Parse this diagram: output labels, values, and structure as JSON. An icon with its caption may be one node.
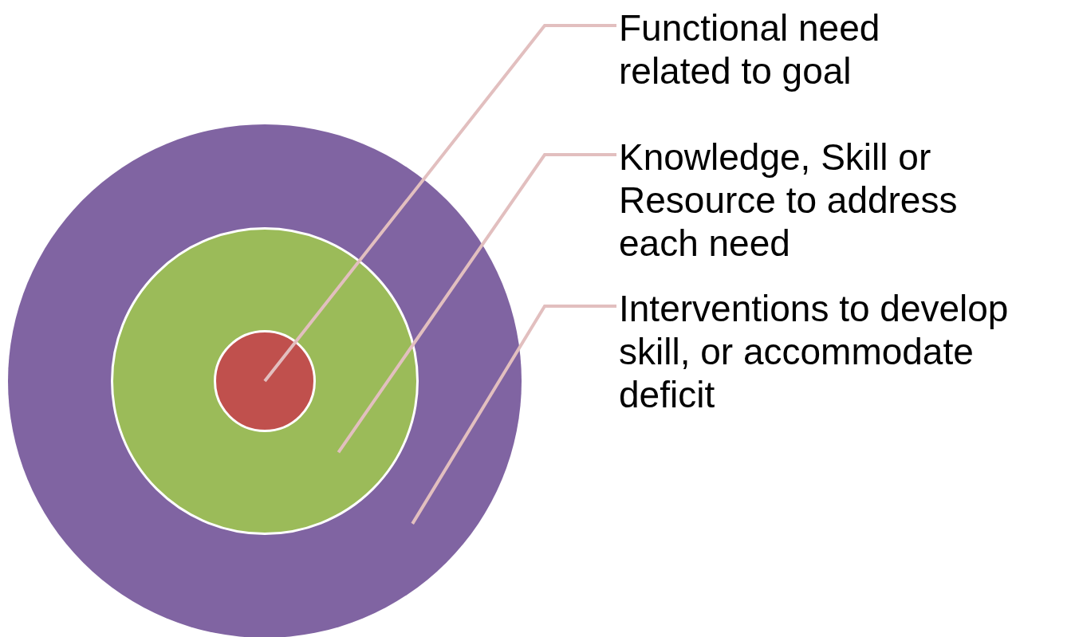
{
  "diagram": {
    "nodes": [
      {
        "text": [],
        "shape": "circle"
      },
      {
        "text": [],
        "shape": "circle",
        "in": 0
      },
      {
        "text": [],
        "shape": "circle",
        "in": 1
      },
      {
        "text": [
          "Functional need related to goal"
        ]
      },
      {
        "text": [
          "Knowledge, Skill or Resource to address each need"
        ]
      },
      {
        "text": [
          "Interventions to develop skill, or accommodate deficit"
        ]
      }
    ],
    "edges": [
      {
        "from": 3,
        "to": 2,
        "arrow": "none"
      },
      {
        "from": 4,
        "to": 1,
        "arrow": "none"
      },
      {
        "from": 5,
        "to": 0,
        "arrow": "none"
      }
    ]
  }
}
